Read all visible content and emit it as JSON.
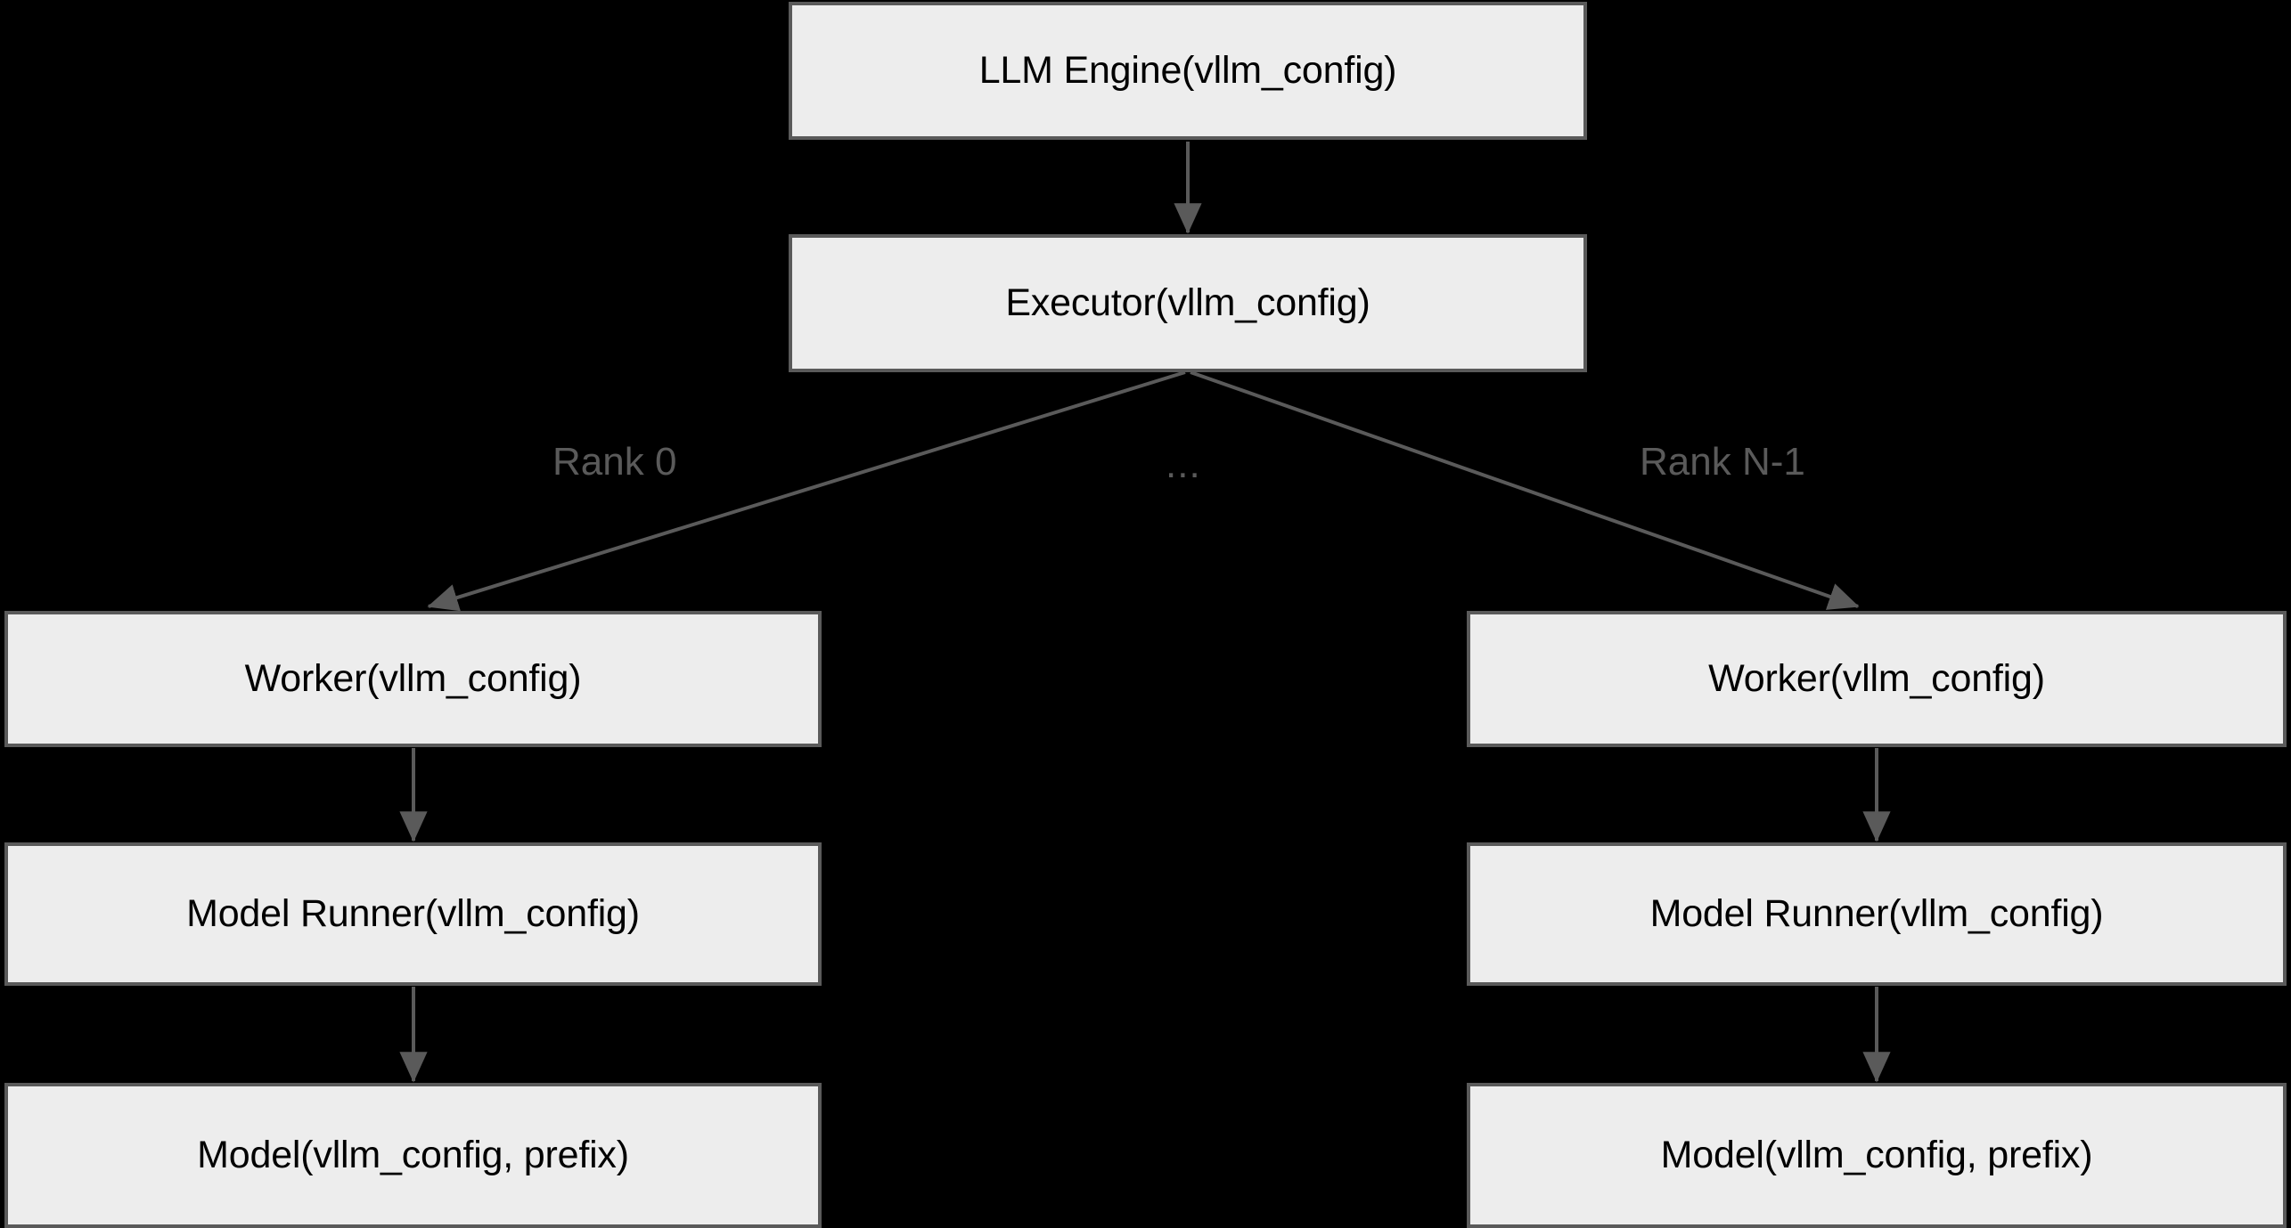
{
  "diagram": {
    "title": "vLLM configuration propagation hierarchy",
    "background_color": "#000000",
    "node_fill_color": "#ededed",
    "node_border_color": "#5a5a5a",
    "node_text_color": "#000000",
    "edge_color": "#5a5a5a",
    "edge_label_color": "#5a5a5a",
    "nodes": {
      "engine": {
        "label": "LLM Engine(vllm_config)"
      },
      "executor": {
        "label": "Executor(vllm_config)"
      },
      "worker_left": {
        "label": "Worker(vllm_config)"
      },
      "model_runner_left": {
        "label": "Model Runner(vllm_config)"
      },
      "model_left": {
        "label": "Model(vllm_config, prefix)"
      },
      "worker_right": {
        "label": "Worker(vllm_config)"
      },
      "model_runner_right": {
        "label": "Model Runner(vllm_config)"
      },
      "model_right": {
        "label": "Model(vllm_config, prefix)"
      }
    },
    "edge_labels": {
      "rank_first": "Rank 0",
      "rank_middle": "...",
      "rank_last": "Rank N-1"
    }
  }
}
